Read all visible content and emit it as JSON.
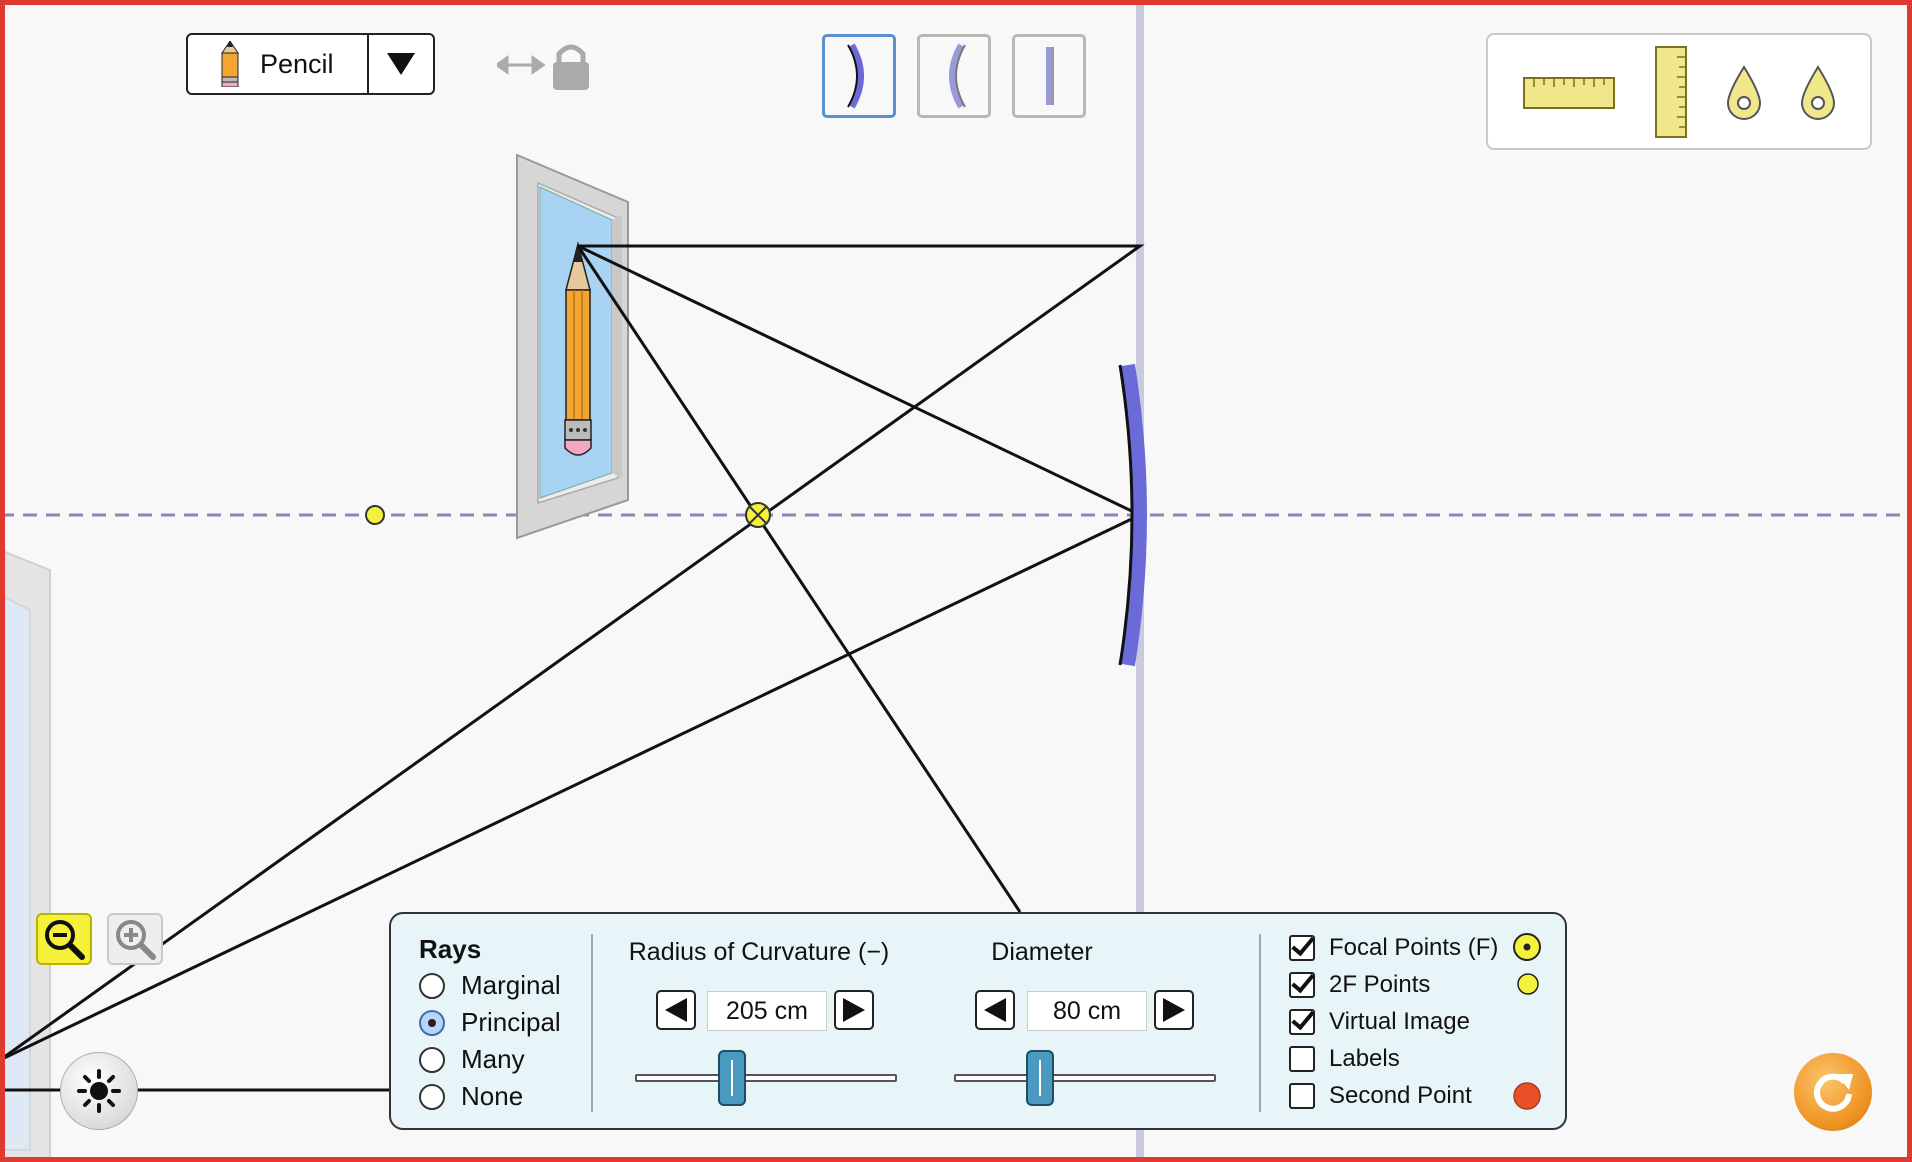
{
  "object_selector": {
    "label": "Pencil",
    "icon": "pencil-icon",
    "dropdown_icon": "triangle-down-icon"
  },
  "lock": {
    "icons": [
      "horizontal-arrows-icon",
      "lock-icon"
    ]
  },
  "mirror_types": [
    {
      "name": "concave",
      "icon": "concave-mirror-icon",
      "selected": true
    },
    {
      "name": "convex",
      "icon": "convex-mirror-icon",
      "selected": false
    },
    {
      "name": "flat",
      "icon": "flat-mirror-icon",
      "selected": false
    }
  ],
  "toolbox": {
    "icons": [
      "horizontal-ruler-icon",
      "vertical-ruler-icon",
      "point-marker-icon",
      "point-marker-icon"
    ]
  },
  "zoom": {
    "out_icon": "zoom-out-icon",
    "in_icon": "zoom-in-icon"
  },
  "light_icon": "sun-icon",
  "panel": {
    "rays": {
      "title": "Rays",
      "options": [
        {
          "label": "Marginal",
          "selected": false
        },
        {
          "label": "Principal",
          "selected": true
        },
        {
          "label": "Many",
          "selected": false
        },
        {
          "label": "None",
          "selected": false
        }
      ]
    },
    "radius": {
      "title": "Radius of Curvature (−)",
      "value": "205 cm",
      "slider_fraction": 0.37
    },
    "diameter": {
      "title": "Diameter",
      "value": "80 cm",
      "slider_fraction": 0.33
    },
    "checks": [
      {
        "label": "Focal Points (F)",
        "checked": true
      },
      {
        "label": "2F Points",
        "checked": true
      },
      {
        "label": "Virtual Image",
        "checked": true
      },
      {
        "label": "Labels",
        "checked": false
      },
      {
        "label": "Second Point",
        "checked": false
      }
    ]
  },
  "reset_icon": "reset-icon",
  "colors": {
    "mirror": "#6a6ad8",
    "focal_point": "#f5f03a",
    "second_point": "#e8502a",
    "axis": "#8a86b8",
    "frame": "#e03a30",
    "panel_bg": "#e8f5f8"
  }
}
